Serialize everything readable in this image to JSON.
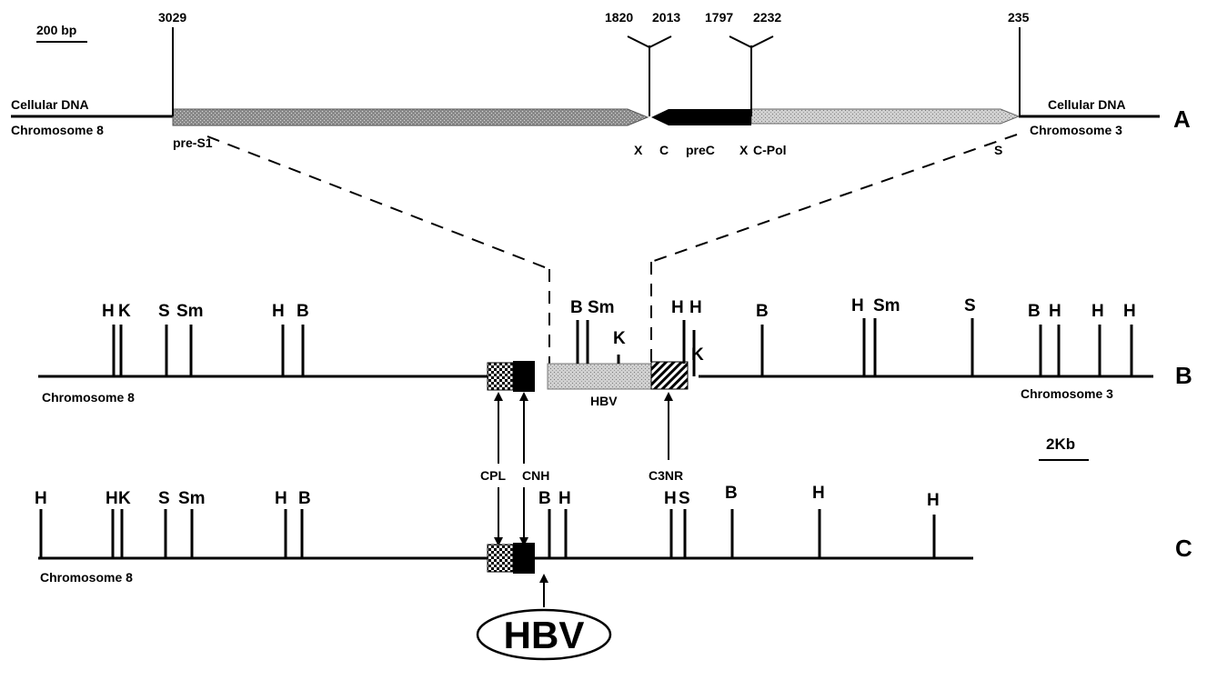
{
  "scale_bar_a": "200 bp",
  "scale_bar_b": "2Kb",
  "panel_a": {
    "letter": "A",
    "left_cellular": "Cellular DNA",
    "left_chromosome": "Chromosome 8",
    "right_cellular": "Cellular DNA",
    "right_chromosome": "Chromosome 3",
    "positions": [
      "3029",
      "1820",
      "2013",
      "1797",
      "2232",
      "235"
    ],
    "genes": [
      "pre-S1",
      "X",
      "C",
      "preC",
      "X",
      "C-Pol",
      "S"
    ]
  },
  "panel_b": {
    "letter": "B",
    "left_chromosome": "Chromosome 8",
    "right_chromosome": "Chromosome 3",
    "insert_label": "HBV",
    "sites": [
      "H",
      "K",
      "S",
      "Sm",
      "H",
      "B",
      "B",
      "Sm",
      "K",
      "H",
      "H",
      "K",
      "B",
      "H",
      "Sm",
      "S",
      "B",
      "H",
      "H",
      "H"
    ]
  },
  "panel_c": {
    "letter": "C",
    "chromosome": "Chromosome 8",
    "sites": [
      "H",
      "H",
      "K",
      "S",
      "Sm",
      "H",
      "B",
      "B",
      "H",
      "H",
      "S",
      "B",
      "H",
      "H"
    ]
  },
  "probes": [
    "CPL",
    "CNH",
    "C3NR"
  ],
  "hbv_badge": "HBV"
}
